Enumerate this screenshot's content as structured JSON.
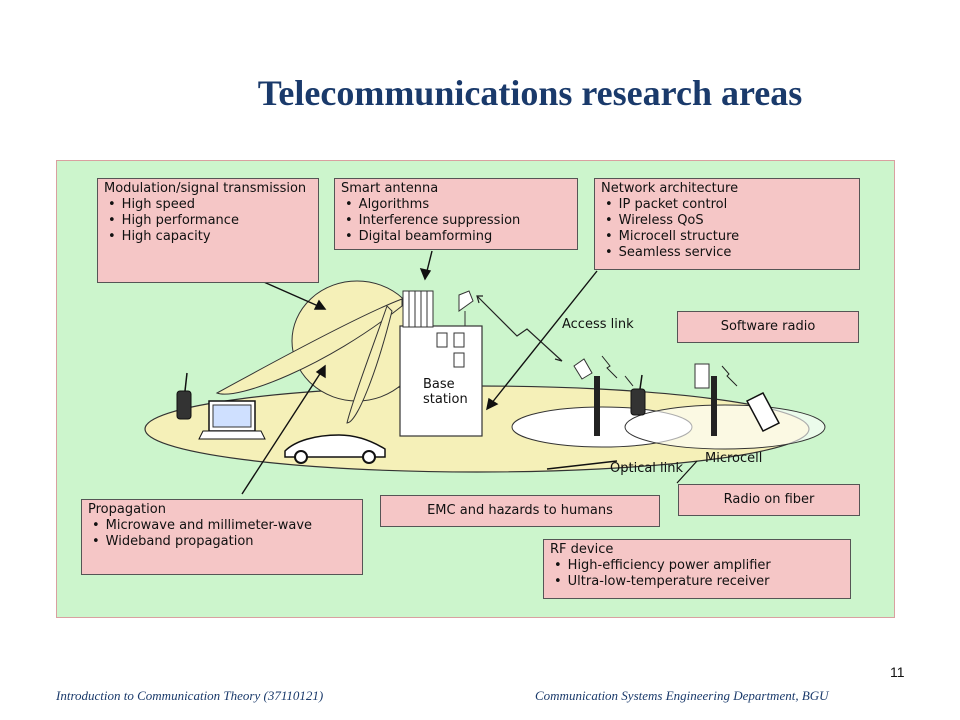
{
  "title": "Telecommunications research areas",
  "boxes": {
    "modulation": {
      "head": "Modulation/signal transmission",
      "items": [
        "High speed",
        "High performance",
        "High capacity"
      ]
    },
    "smart_antenna": {
      "head": "Smart antenna",
      "items": [
        "Algorithms",
        "Interference suppression",
        "Digital beamforming"
      ]
    },
    "network": {
      "head": "Network architecture",
      "items": [
        "IP packet control",
        "Wireless QoS",
        "Microcell structure",
        "Seamless service"
      ]
    },
    "software_radio": "Software radio",
    "propagation": {
      "head": "Propagation",
      "items": [
        "Microwave and millimeter-wave",
        "Wideband propagation"
      ]
    },
    "emc": "EMC and hazards to humans",
    "radio_on_fiber": "Radio on fiber",
    "rf_device": {
      "head": "RF device",
      "items": [
        "High-efficiency power amplifier",
        "Ultra-low-temperature receiver"
      ]
    }
  },
  "labels": {
    "access_link": "Access link",
    "base_station": "Base station",
    "optical_link": "Optical link",
    "microcell": "Microcell"
  },
  "footer": {
    "left": "Introduction to Communication Theory (37110121)",
    "right": "Communication Systems Engineering Department, BGU"
  },
  "page_number": "11"
}
